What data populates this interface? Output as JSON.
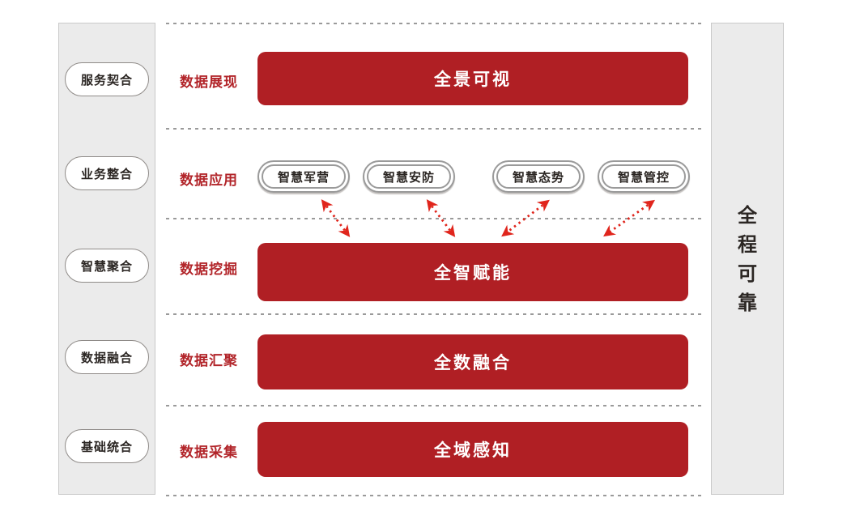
{
  "diagram": {
    "left_panel": {
      "items": [
        {
          "label": "服务契合"
        },
        {
          "label": "业务整合"
        },
        {
          "label": "智慧聚合"
        },
        {
          "label": "数据融合"
        },
        {
          "label": "基础统合"
        }
      ]
    },
    "right_panel": {
      "label": "全程可靠",
      "chars": [
        "全",
        "程",
        "可",
        "靠"
      ]
    },
    "rows": [
      {
        "label": "数据展现",
        "bar": "全景可视"
      },
      {
        "label": "数据应用",
        "pills": [
          "智慧军营",
          "智慧安防",
          "智慧态势",
          "智慧管控"
        ]
      },
      {
        "label": "数据挖掘",
        "bar": "全智赋能"
      },
      {
        "label": "数据汇聚",
        "bar": "全数融合"
      },
      {
        "label": "数据采集",
        "bar": "全域感知"
      }
    ],
    "connections": [
      {
        "from": "智慧军营",
        "to": "全智赋能",
        "style": "double-headed-dashed-arrow"
      },
      {
        "from": "智慧安防",
        "to": "全智赋能",
        "style": "double-headed-dashed-arrow"
      },
      {
        "from": "智慧态势",
        "to": "全智赋能",
        "style": "double-headed-dashed-arrow"
      },
      {
        "from": "智慧管控",
        "to": "全智赋能",
        "style": "double-headed-dashed-arrow"
      }
    ],
    "colors": {
      "bar_red": "#b01f24",
      "label_red": "#b2252a",
      "arrow_red": "#e0251c",
      "panel_bg": "#ebebeb",
      "panel_border": "#c9c9c9",
      "pill_border": "#9a9a9a",
      "separator_gray": "#9a9a9a",
      "dark_text": "#2b2623",
      "bar_text_white": "#ffffff"
    }
  }
}
